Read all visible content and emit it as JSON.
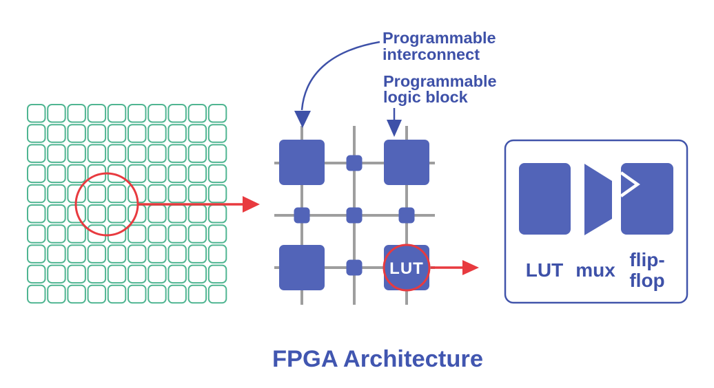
{
  "title": "FPGA Architecture",
  "colors": {
    "block-blue": "#5264b8",
    "accent-blue": "#3e51a8",
    "title-blue": "#4156b0",
    "cell-green": "#4fb591",
    "highlight-red": "#e83a3f",
    "wire-gray": "#9e9e9e",
    "panel-border": "#4154aa",
    "background": "#ffffff"
  },
  "cell_grid": {
    "rows": 10,
    "cols": 10
  },
  "annotations": {
    "interconnect_line1": "Programmable",
    "interconnect_line2": "interconnect",
    "logic_block_line1": "Programmable",
    "logic_block_line2": "logic block"
  },
  "lut_label": "LUT",
  "legend": {
    "lut": "LUT",
    "mux": "mux",
    "flip_flop_line1": "flip-",
    "flip_flop_line2": "flop"
  }
}
